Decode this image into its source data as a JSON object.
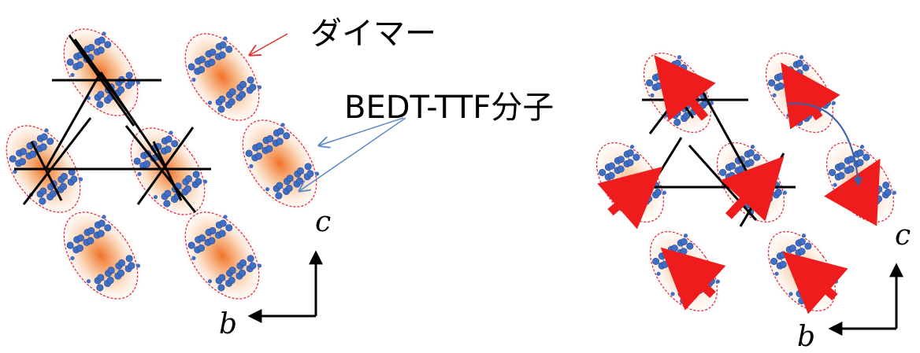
{
  "annotations": {
    "dimer_label": "ダイマー",
    "molecule_label": "BEDT-TTF分子"
  },
  "axes": {
    "left": {
      "c": "c",
      "b": "b"
    },
    "right": {
      "c": "c",
      "b": "b"
    }
  },
  "colors": {
    "molecule_blue": "#3f6fc4",
    "ellipse_red": "#e0304a",
    "glow_orange": "#f07828",
    "spin_arrow_red": "#ee1c1c",
    "callout_red": "#e03030",
    "callout_blue": "#5b88c6",
    "lattice_black": "#000000"
  }
}
